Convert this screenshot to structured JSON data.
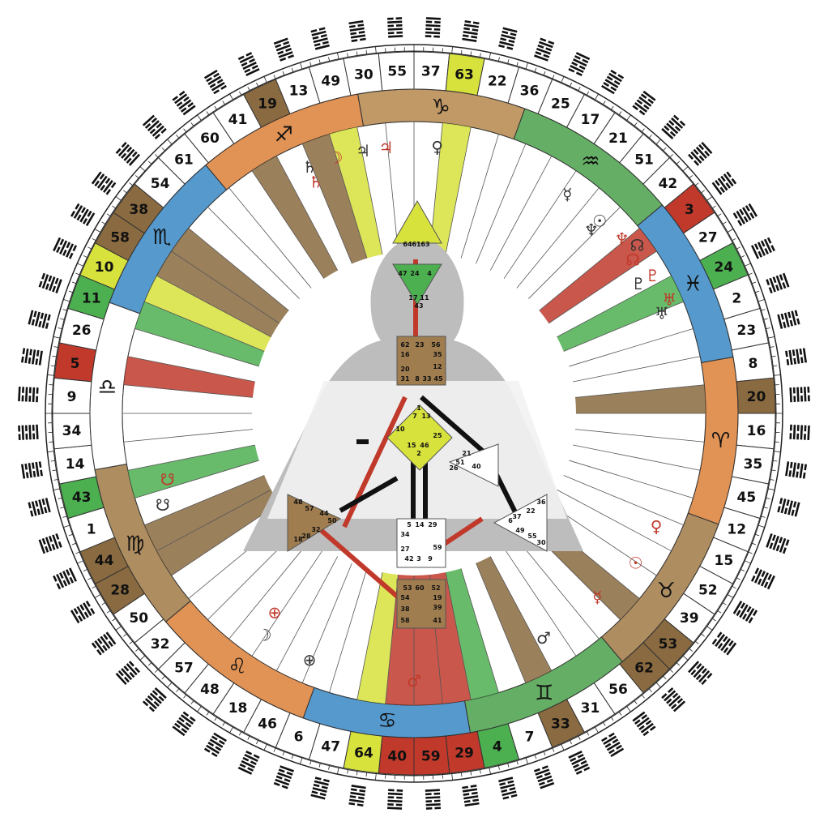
{
  "wheel": {
    "gates": [
      {
        "n": "41",
        "color": "#ffffff"
      },
      {
        "n": "19",
        "color": "#8a6a40"
      },
      {
        "n": "13",
        "color": "#ffffff"
      },
      {
        "n": "49",
        "color": "#ffffff"
      },
      {
        "n": "30",
        "color": "#ffffff"
      },
      {
        "n": "55",
        "color": "#ffffff"
      },
      {
        "n": "37",
        "color": "#ffffff"
      },
      {
        "n": "63",
        "color": "#d7e23c"
      },
      {
        "n": "22",
        "color": "#ffffff"
      },
      {
        "n": "36",
        "color": "#ffffff"
      },
      {
        "n": "25",
        "color": "#ffffff"
      },
      {
        "n": "17",
        "color": "#ffffff"
      },
      {
        "n": "21",
        "color": "#ffffff"
      },
      {
        "n": "51",
        "color": "#ffffff"
      },
      {
        "n": "42",
        "color": "#ffffff"
      },
      {
        "n": "3",
        "color": "#c0392b"
      },
      {
        "n": "27",
        "color": "#ffffff"
      },
      {
        "n": "24",
        "color": "#4caf50"
      },
      {
        "n": "2",
        "color": "#ffffff"
      },
      {
        "n": "23",
        "color": "#ffffff"
      },
      {
        "n": "8",
        "color": "#ffffff"
      },
      {
        "n": "20",
        "color": "#8a6a40"
      },
      {
        "n": "16",
        "color": "#ffffff"
      },
      {
        "n": "35",
        "color": "#ffffff"
      },
      {
        "n": "45",
        "color": "#ffffff"
      },
      {
        "n": "12",
        "color": "#ffffff"
      },
      {
        "n": "15",
        "color": "#ffffff"
      },
      {
        "n": "52",
        "color": "#ffffff"
      },
      {
        "n": "39",
        "color": "#ffffff"
      },
      {
        "n": "53",
        "color": "#8a6a40"
      },
      {
        "n": "62",
        "color": "#8a6a40"
      },
      {
        "n": "56",
        "color": "#ffffff"
      },
      {
        "n": "31",
        "color": "#ffffff"
      },
      {
        "n": "33",
        "color": "#8a6a40"
      },
      {
        "n": "7",
        "color": "#ffffff"
      },
      {
        "n": "4",
        "color": "#4caf50"
      },
      {
        "n": "29",
        "color": "#c0392b"
      },
      {
        "n": "59",
        "color": "#c0392b"
      },
      {
        "n": "40",
        "color": "#c0392b"
      },
      {
        "n": "64",
        "color": "#d7e23c"
      },
      {
        "n": "47",
        "color": "#ffffff"
      },
      {
        "n": "6",
        "color": "#ffffff"
      },
      {
        "n": "46",
        "color": "#ffffff"
      },
      {
        "n": "18",
        "color": "#ffffff"
      },
      {
        "n": "48",
        "color": "#ffffff"
      },
      {
        "n": "57",
        "color": "#ffffff"
      },
      {
        "n": "32",
        "color": "#ffffff"
      },
      {
        "n": "50",
        "color": "#ffffff"
      },
      {
        "n": "28",
        "color": "#8a6a40"
      },
      {
        "n": "44",
        "color": "#8a6a40"
      },
      {
        "n": "1",
        "color": "#ffffff"
      },
      {
        "n": "43",
        "color": "#4caf50"
      },
      {
        "n": "14",
        "color": "#ffffff"
      },
      {
        "n": "34",
        "color": "#ffffff"
      },
      {
        "n": "9",
        "color": "#ffffff"
      },
      {
        "n": "5",
        "color": "#c0392b"
      },
      {
        "n": "26",
        "color": "#ffffff"
      },
      {
        "n": "11",
        "color": "#4caf50"
      },
      {
        "n": "10",
        "color": "#d7e23c"
      },
      {
        "n": "58",
        "color": "#8a6a40"
      },
      {
        "n": "38",
        "color": "#8a6a40"
      },
      {
        "n": "54",
        "color": "#ffffff"
      },
      {
        "n": "61",
        "color": "#ffffff"
      },
      {
        "n": "60",
        "color": "#ffffff"
      }
    ],
    "signs": [
      {
        "glyph": "♑",
        "color": "#b08040"
      },
      {
        "glyph": "♒",
        "color": "#3f9a3f"
      },
      {
        "glyph": "♓",
        "color": "#2a7fc0"
      },
      {
        "glyph": "♈",
        "color": "#d9772a"
      },
      {
        "glyph": "♉",
        "color": "#9a7038"
      },
      {
        "glyph": "♊",
        "color": "#3f9a3f"
      },
      {
        "glyph": "♋",
        "color": "#2a7fc0"
      },
      {
        "glyph": "♌",
        "color": "#d9772a"
      },
      {
        "glyph": "♍",
        "color": "#9a7038"
      },
      {
        "glyph": "♎",
        "color": "#ffffff"
      },
      {
        "glyph": "♏",
        "color": "#2a7fc0"
      },
      {
        "glyph": "♐",
        "color": "#d9772a"
      }
    ],
    "planets": [
      {
        "glyph": "♄",
        "color": "#333333"
      },
      {
        "glyph": "♄",
        "color": "#c0392b"
      },
      {
        "glyph": "☽",
        "color": "#c0392b"
      },
      {
        "glyph": "♃",
        "color": "#333333"
      },
      {
        "glyph": "♃",
        "color": "#c0392b"
      },
      {
        "glyph": "♀",
        "color": "#333333"
      },
      {
        "glyph": "☿",
        "color": "#333333"
      },
      {
        "glyph": "☉",
        "color": "#333333"
      },
      {
        "glyph": "♆",
        "color": "#333333"
      },
      {
        "glyph": "♆",
        "color": "#c0392b"
      },
      {
        "glyph": "☊",
        "color": "#c0392b"
      },
      {
        "glyph": "☊",
        "color": "#333333"
      },
      {
        "glyph": "♇",
        "color": "#333333"
      },
      {
        "glyph": "♇",
        "color": "#c0392b"
      },
      {
        "glyph": "♅",
        "color": "#333333"
      },
      {
        "glyph": "♅",
        "color": "#c0392b"
      },
      {
        "glyph": "♀",
        "color": "#c0392b"
      },
      {
        "glyph": "☉",
        "color": "#c0392b"
      },
      {
        "glyph": "☿",
        "color": "#c0392b"
      },
      {
        "glyph": "♂",
        "color": "#333333"
      },
      {
        "glyph": "♂",
        "color": "#c0392b"
      },
      {
        "glyph": "⊕",
        "color": "#333333"
      },
      {
        "glyph": "☽",
        "color": "#333333"
      },
      {
        "glyph": "☋",
        "color": "#333333"
      },
      {
        "glyph": "☋",
        "color": "#c0392b"
      },
      {
        "glyph": "⊕",
        "color": "#c0392b"
      }
    ],
    "centers": {
      "head": [
        "64",
        "61",
        "63"
      ],
      "ajna": [
        "47",
        "24",
        "4",
        "17",
        "11",
        "43"
      ],
      "throat": [
        "62",
        "23",
        "56",
        "16",
        "35",
        "20",
        "12",
        "31",
        "8",
        "33",
        "45"
      ],
      "g": [
        "1",
        "7",
        "13",
        "10",
        "25",
        "15",
        "46",
        "2"
      ],
      "heart": [
        "21",
        "51",
        "26",
        "40"
      ],
      "spleen": [
        "48",
        "57",
        "44",
        "50",
        "32",
        "18",
        "28"
      ],
      "sacral": [
        "5",
        "14",
        "29",
        "34",
        "59",
        "27",
        "42",
        "3",
        "9"
      ],
      "solar": [
        "36",
        "22",
        "6",
        "37",
        "49",
        "55",
        "30"
      ],
      "root": [
        "53",
        "60",
        "52",
        "54",
        "19",
        "38",
        "39",
        "58",
        "41"
      ]
    },
    "colors": {
      "red": "#c0392b",
      "black": "#111111",
      "brown": "#8a6a40",
      "green": "#4caf50",
      "yellow": "#d7e23c",
      "blue": "#2a7fc0",
      "orange": "#d9772a",
      "body": "#b9b9b9"
    }
  }
}
